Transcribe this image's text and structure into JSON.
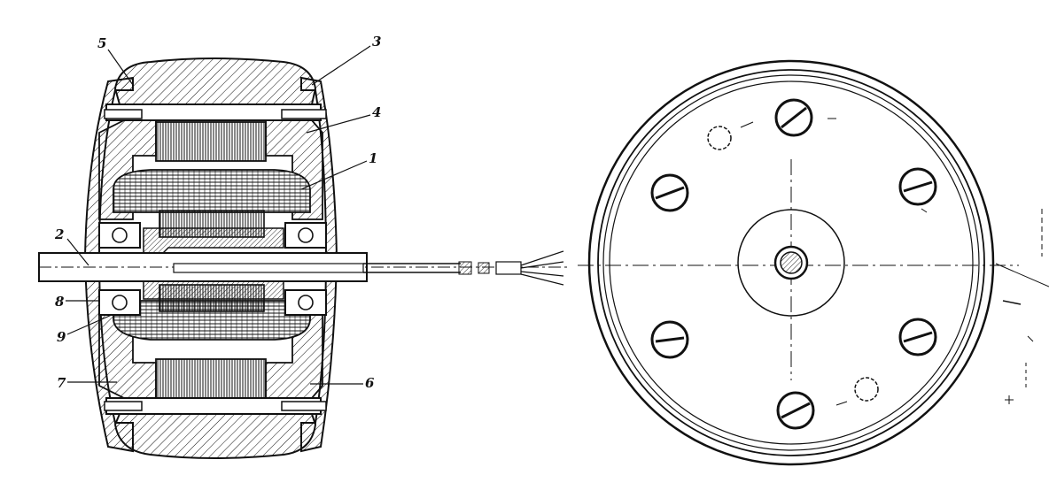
{
  "labels": {
    "l1": "1",
    "l2": "2",
    "l3": "3",
    "l4": "4",
    "l5": "5",
    "l6": "6",
    "l7": "7",
    "l8": "8",
    "l9": "9"
  },
  "colors": {
    "ink": "#111111",
    "paper": "#ffffff"
  },
  "icons": [
    "screw-head-icon",
    "pin-hole-icon",
    "shaft-hub-icon"
  ]
}
